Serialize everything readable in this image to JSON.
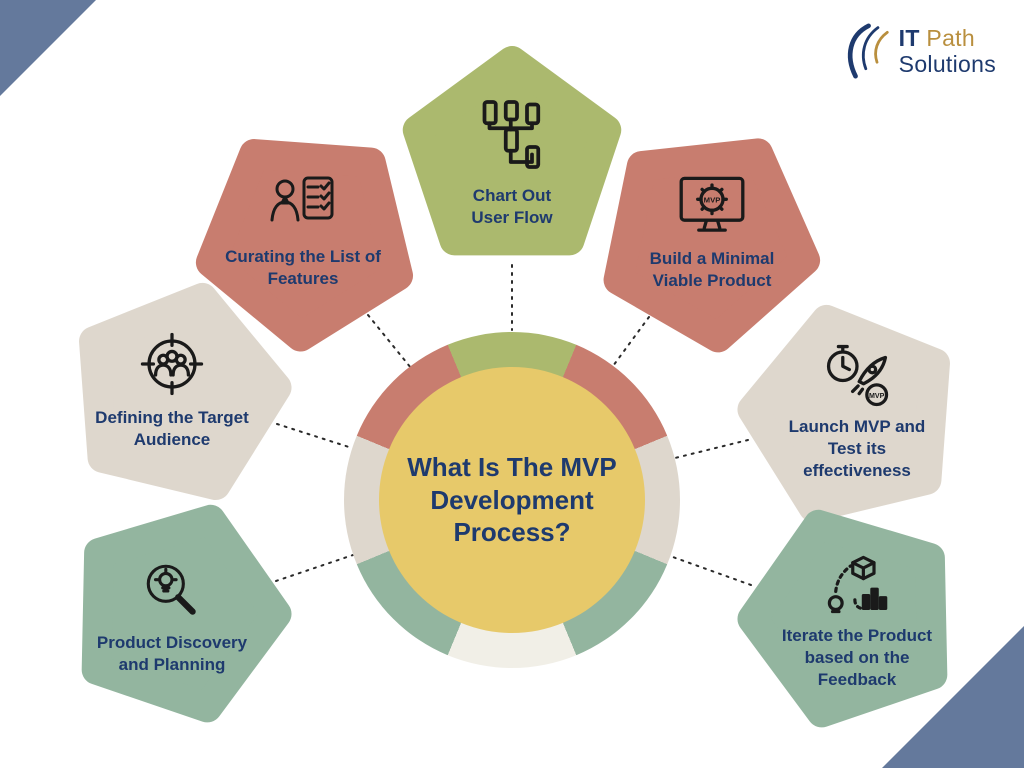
{
  "logo": {
    "it": "IT",
    "path": "Path",
    "solutions": "Solutions"
  },
  "center": {
    "title": "What Is The MVP Development Process?"
  },
  "steps": [
    {
      "label": "Chart Out User Flow",
      "color": "#abb96e",
      "icon": "flowchart-icon"
    },
    {
      "label": "Curating the List of Features",
      "color": "#c87d6f",
      "icon": "person-checklist-icon"
    },
    {
      "label": "Build a Minimal Viable Product",
      "color": "#c87d6f",
      "icon": "monitor-gear-mvp-icon"
    },
    {
      "label": "Defining the Target Audience",
      "color": "#ded7cd",
      "icon": "target-audience-icon"
    },
    {
      "label": "Launch MVP and Test its effectiveness",
      "color": "#ded7cd",
      "icon": "stopwatch-rocket-mvp-icon"
    },
    {
      "label": "Product Discovery and Planning",
      "color": "#93b59f",
      "icon": "magnifier-bulb-icon"
    },
    {
      "label": "Iterate the Product based on the Feedback",
      "color": "#93b59f",
      "icon": "iterate-box-chart-icon"
    }
  ],
  "colors": {
    "olive": "#abb96e",
    "salmon": "#c87d6f",
    "beige": "#ded7cd",
    "sage": "#93b59f",
    "cream": "#f1efe7",
    "accent_yellow": "#e7c96a",
    "navy_text": "#1e3a6e",
    "corner_slate": "#64799c",
    "logo_gold": "#b98f3e"
  }
}
